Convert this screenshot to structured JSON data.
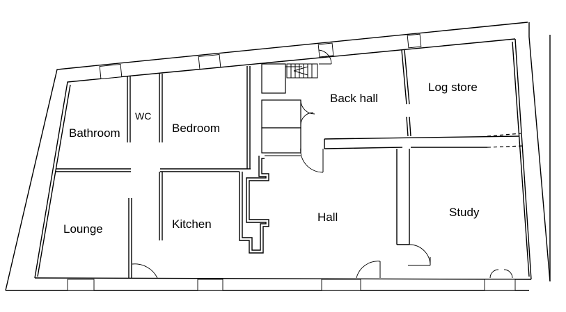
{
  "rooms": {
    "bathroom": "Bathroom",
    "wc": "WC",
    "bedroom": "Bedroom",
    "back_hall": "Back hall",
    "log_store": "Log store",
    "lounge": "Lounge",
    "kitchen": "Kitchen",
    "hall": "Hall",
    "study": "Study"
  }
}
